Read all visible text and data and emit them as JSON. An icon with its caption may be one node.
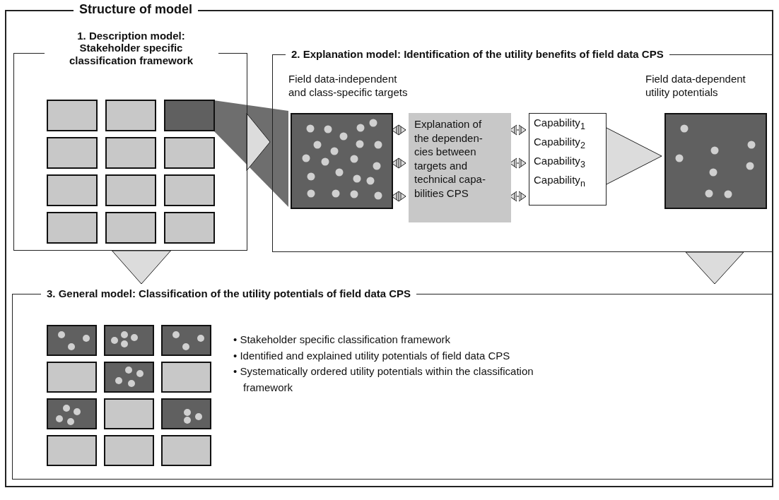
{
  "diagram": {
    "nodes": [
      {
        "text": [
          "Structure of model"
        ]
      },
      {
        "text": [
          "1. Description model: Stakeholder specific classification framework"
        ],
        "in": 0
      },
      {
        "text": [
          "2. Explanation model: Identification of the utility benefits of field data CPS"
        ],
        "in": 0
      },
      {
        "text": [
          "Field data-independent and class-specific targets"
        ],
        "in": 2
      },
      {
        "text": [
          "Explanation of the dependen- cies between targets and technical capa- bilities CPS"
        ],
        "in": 2
      },
      {
        "text": [
          "Capability$_{1}$",
          "Capability$_{2}$",
          "Capability$_{3}$",
          "Capability$_{n}$"
        ],
        "in": 2
      },
      {
        "text": [
          "Field data-dependent utility potentials"
        ],
        "in": 2
      },
      {
        "text": [
          "3. General model: Classification of the utility potentials of field data CPS"
        ],
        "in": 0
      }
    ],
    "edges": [
      {
        "from": 1,
        "to": 2,
        "arrow": "to"
      },
      {
        "from": 3,
        "to": 4,
        "arrow": "both"
      },
      {
        "from": 3,
        "to": 4,
        "arrow": "both"
      },
      {
        "from": 3,
        "to": 4,
        "arrow": "both"
      },
      {
        "from": 4,
        "to": 5,
        "arrow": "both"
      },
      {
        "from": 4,
        "to": 5,
        "arrow": "both"
      },
      {
        "from": 4,
        "to": 5,
        "arrow": "both"
      },
      {
        "from": 5,
        "to": 6,
        "arrow": "to"
      },
      {
        "from": 1,
        "to": 7,
        "arrow": "to"
      },
      {
        "from": 2,
        "to": 7,
        "arrow": "to"
      }
    ],
    "labels": [
      "• Stakeholder specific classification framework",
      "• Identified and explained utility potentials of field data CPS",
      "• Systematically ordered utility potentials within the classification framework"
    ]
  }
}
